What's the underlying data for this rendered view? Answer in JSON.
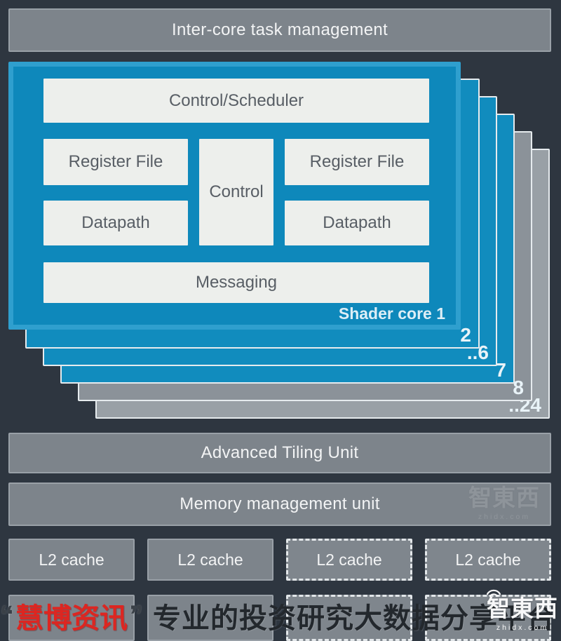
{
  "colors": {
    "background": "#2e3640",
    "bar_gray": "#7d848b",
    "blue_fill": "#0e88bb",
    "blue_border": "#2f9fce",
    "white_box": "#edefec",
    "gray_card_8": "#8b9299",
    "gray_card_24": "#99a0a6",
    "brand_red": "#dd2621"
  },
  "top_bar": {
    "label": "Inter-core task management"
  },
  "shader_core": {
    "control_scheduler": "Control/Scheduler",
    "register_file_left": "Register File",
    "control": "Control",
    "register_file_right": "Register File",
    "datapath_left": "Datapath",
    "datapath_right": "Datapath",
    "messaging": "Messaging",
    "label": "Shader core 1"
  },
  "stack": {
    "cards": [
      {
        "label": "2"
      },
      {
        "label": "..6"
      },
      {
        "label": "7"
      },
      {
        "label": "8"
      },
      {
        "label": "..24"
      }
    ]
  },
  "units": {
    "advanced_tiling_unit": "Advanced Tiling Unit",
    "memory_management_unit": "Memory management unit"
  },
  "l2": {
    "row1": [
      {
        "label": "L2 cache"
      },
      {
        "label": "L2 cache"
      },
      {
        "label": "L2 cache"
      },
      {
        "label": "L2 cache"
      }
    ]
  },
  "watermark": {
    "open_quote": "“",
    "brand": "慧博资讯",
    "close_quote": "”",
    "tagline": "专业的投资研究大数据分享平台"
  },
  "logo": {
    "name": "智東西",
    "domain": "zhidx.com"
  }
}
